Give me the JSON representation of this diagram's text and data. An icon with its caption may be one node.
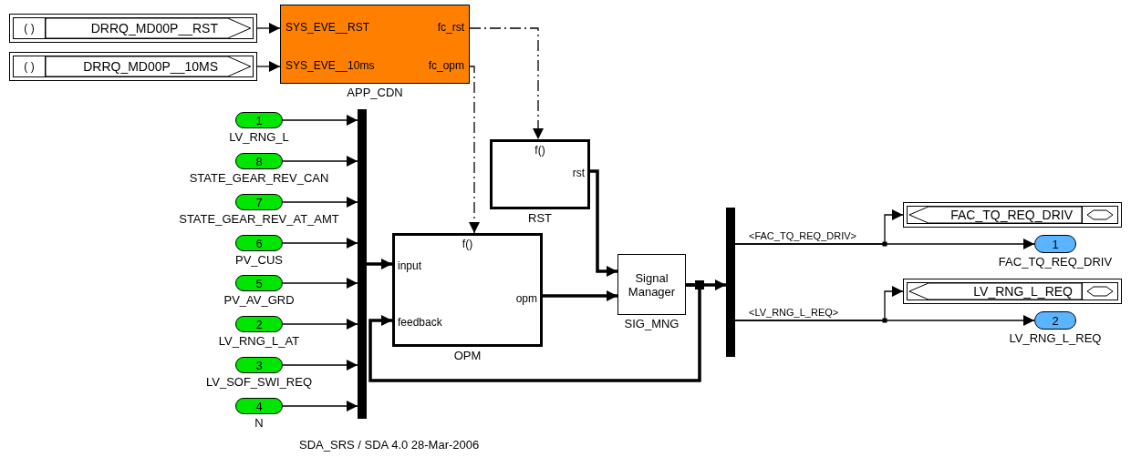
{
  "diagram": {
    "nodes": [
      {
        "text": [
          "( )",
          "DRRQ_MD00P__RST"
        ]
      },
      {
        "text": [
          "( )",
          "DRRQ_MD00P__10MS"
        ]
      },
      {
        "text": [
          "SYS_EVE__RST",
          "fc_rst",
          "SYS_EVE__10ms",
          "fc_opm"
        ],
        "beside": [
          "APP_CDN"
        ]
      },
      {
        "text": [
          "1"
        ],
        "beside": [
          "LV_RNG_L"
        ]
      },
      {
        "text": [
          "8"
        ],
        "beside": [
          "STATE_GEAR_REV_CAN"
        ]
      },
      {
        "text": [
          "7"
        ],
        "beside": [
          "STATE_GEAR_REV_AT_AMT"
        ]
      },
      {
        "text": [
          "6"
        ],
        "beside": [
          "PV_CUS"
        ]
      },
      {
        "text": [
          "5"
        ],
        "beside": [
          "PV_AV_GRD"
        ]
      },
      {
        "text": [
          "2"
        ],
        "beside": [
          "LV_RNG_L_AT"
        ]
      },
      {
        "text": [
          "3"
        ],
        "beside": [
          "LV_SOF_SWI_REQ"
        ]
      },
      {
        "text": [
          "4"
        ],
        "beside": [
          "N"
        ]
      },
      {
        "text": [],
        "shape": "bar"
      },
      {
        "text": [
          "f()",
          "rst"
        ],
        "beside": [
          "RST"
        ]
      },
      {
        "text": [
          "f()",
          "input",
          "feedback",
          "opm"
        ],
        "beside": [
          "OPM"
        ]
      },
      {
        "text": [
          "Signal Manager"
        ],
        "beside": [
          "SIG_MNG"
        ]
      },
      {
        "text": [],
        "shape": "bar"
      },
      {
        "text": [
          "FAC_TQ_REQ_DRIV"
        ]
      },
      {
        "text": [
          "1"
        ],
        "beside": [
          "FAC_TQ_REQ_DRIV"
        ]
      },
      {
        "text": [
          "LV_RNG_L_REQ"
        ]
      },
      {
        "text": [
          "2"
        ],
        "beside": [
          "LV_RNG_L_REQ"
        ]
      }
    ],
    "edges": [
      {
        "from": 0,
        "to": 2,
        "arrow": "to"
      },
      {
        "from": 1,
        "to": 2,
        "arrow": "to"
      },
      {
        "from": 2,
        "to": 12,
        "arrow": "to",
        "style": "dashed"
      },
      {
        "from": 2,
        "to": 13,
        "arrow": "to",
        "style": "dashed"
      },
      {
        "from": 3,
        "to": 11,
        "arrow": "to"
      },
      {
        "from": 4,
        "to": 11,
        "arrow": "to"
      },
      {
        "from": 5,
        "to": 11,
        "arrow": "to"
      },
      {
        "from": 6,
        "to": 11,
        "arrow": "to"
      },
      {
        "from": 7,
        "to": 11,
        "arrow": "to"
      },
      {
        "from": 8,
        "to": 11,
        "arrow": "to"
      },
      {
        "from": 9,
        "to": 11,
        "arrow": "to"
      },
      {
        "from": 10,
        "to": 11,
        "arrow": "to"
      },
      {
        "from": 11,
        "to": 13,
        "arrow": "to",
        "style": "thick"
      },
      {
        "from": 12,
        "to": 14,
        "arrow": "to",
        "style": "thick"
      },
      {
        "from": 13,
        "to": 14,
        "arrow": "to",
        "style": "thick"
      },
      {
        "from": 14,
        "to": 15,
        "arrow": "to",
        "style": "thick"
      },
      {
        "from": 14,
        "to": 13,
        "arrow": "to",
        "style": "thick"
      },
      {
        "from": 15,
        "to": 16,
        "arrow": "to"
      },
      {
        "from": 15,
        "to": 17,
        "arrow": "to",
        "label": "<FAC_TQ_REQ_DRIV>"
      },
      {
        "from": 15,
        "to": 18,
        "arrow": "to"
      },
      {
        "from": 15,
        "to": 19,
        "arrow": "to",
        "label": "<LV_RNG_L_REQ>"
      }
    ],
    "labels": [
      "SDA_SRS / SDA 4.0 28-Mar-2006"
    ]
  }
}
